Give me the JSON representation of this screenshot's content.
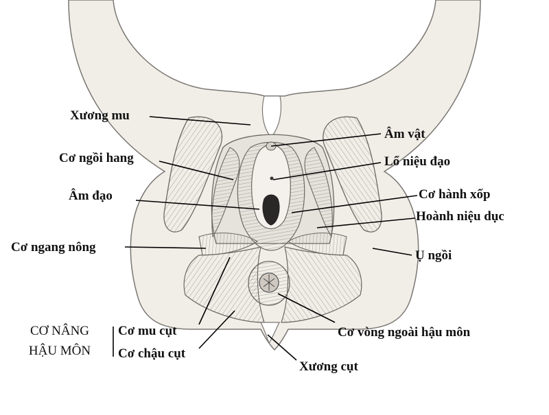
{
  "labels": {
    "xuong_mu": "Xương mu",
    "co_ngoi_hang": "Cơ ngồi hang",
    "am_dao": "Âm đạo",
    "co_ngang_nong": "Cơ ngang nông",
    "am_vat": "Âm vật",
    "lo_nieu_dao": "Lổ niệu đạo",
    "co_hanh_xop": "Cơ hành xốp",
    "hoanh_nieu_duc": "Hoành niệu dục",
    "u_ngoi": "Ụ ngồi",
    "co_vong_ngoai_hau_mon": "Cơ vòng ngoài hậu môn",
    "xuong_cut": "Xương cụt"
  },
  "levator_group": {
    "title_line1": "CƠ NÂNG",
    "title_line2": "HẬU MÔN",
    "item1": "Cơ mu cụt",
    "item2": "Cơ chậu cụt"
  },
  "colors": {
    "bone_fill": "#f1eee8",
    "bone_stroke": "#7a7672",
    "muscle_fill": "#d6d1cb",
    "muscle_stroke": "#6c6762",
    "fiber": "#8d8780",
    "leader": "#000000"
  }
}
